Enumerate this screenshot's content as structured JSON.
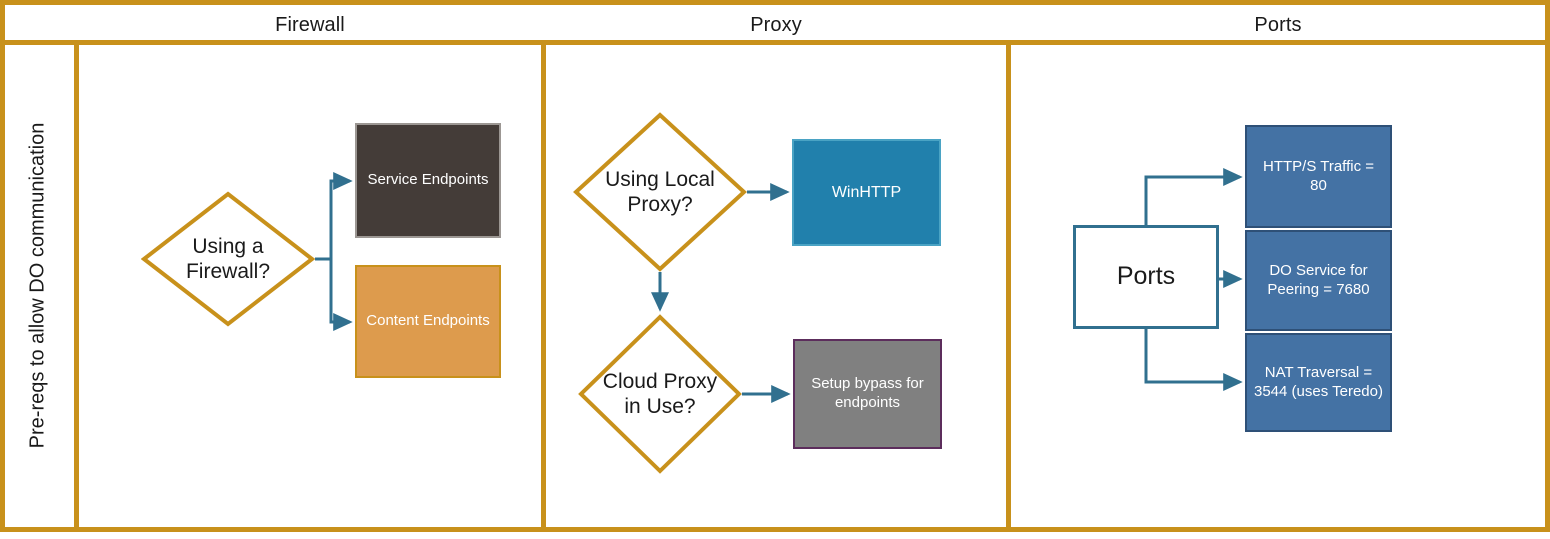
{
  "diagram": {
    "title_bar": {
      "columns": [
        {
          "id": "firewall",
          "label": "Firewall"
        },
        {
          "id": "proxy",
          "label": "Proxy"
        },
        {
          "id": "ports",
          "label": "Ports"
        }
      ]
    },
    "side_label": "Pre-reqs to\nallow DO communication",
    "colors": {
      "frame": "#C8911B",
      "diamond_stroke": "#C8911B",
      "connector": "#31708F",
      "dark_box": "#443C38",
      "orange_box": "#DD9B4D",
      "teal_box": "#2180AC",
      "gray_box": "#808080",
      "gray_box_border": "#5C2D5C",
      "blue_box": "#4472A4",
      "white_box_border": "#31708F"
    },
    "firewall": {
      "decision": "Using a\nFirewall?",
      "outcomes": [
        {
          "id": "service-endpoints",
          "label": "Service Endpoints",
          "style": "dark"
        },
        {
          "id": "content-endpoints",
          "label": "Content Endpoints",
          "style": "orange"
        }
      ]
    },
    "proxy": {
      "decisions": [
        {
          "id": "using-local-proxy",
          "label": "Using Local\nProxy?"
        },
        {
          "id": "cloud-proxy-in-use",
          "label": "Cloud Proxy\nin Use?"
        }
      ],
      "outcomes": [
        {
          "id": "winhttp",
          "label": "WinHTTP",
          "style": "teal"
        },
        {
          "id": "setup-bypass",
          "label": "Setup bypass for\nendpoints",
          "style": "gray"
        }
      ]
    },
    "ports": {
      "source": "Ports",
      "outcomes": [
        {
          "id": "http-s-traffic",
          "label": "HTTP/S Traffic = 80",
          "style": "blue"
        },
        {
          "id": "do-service-peering",
          "label": "DO Service for\nPeering = 7680",
          "style": "blue"
        },
        {
          "id": "nat-traversal",
          "label": "NAT Traversal =\n3544 (uses Teredo)",
          "style": "blue"
        }
      ]
    }
  }
}
